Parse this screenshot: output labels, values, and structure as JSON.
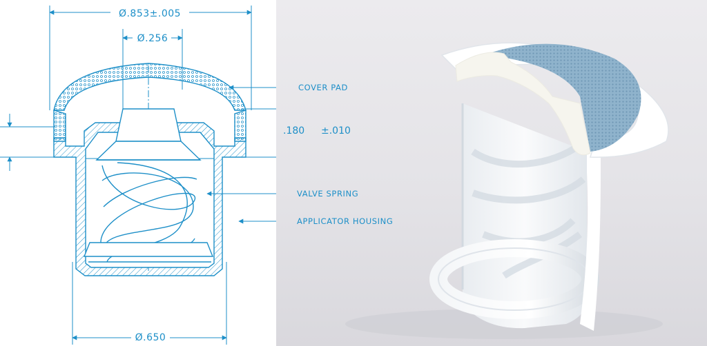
{
  "colors": {
    "line": "#1d8fc8",
    "photo_bg": "#e4e3e7",
    "pad_blue": "#8fb3cc",
    "plastic": "#f3f5f7"
  },
  "dimensions": {
    "outer_diameter": "Ø.853±.005",
    "inner_diameter": "Ø.256",
    "base_diameter": "Ø.650",
    "height_value": ".180",
    "height_tolerance": "±.010"
  },
  "callouts": {
    "cover_pad": "COVER PAD",
    "valve_spring": "VALVE SPRING",
    "applicator_housing": "APPLICATOR HOUSING"
  }
}
